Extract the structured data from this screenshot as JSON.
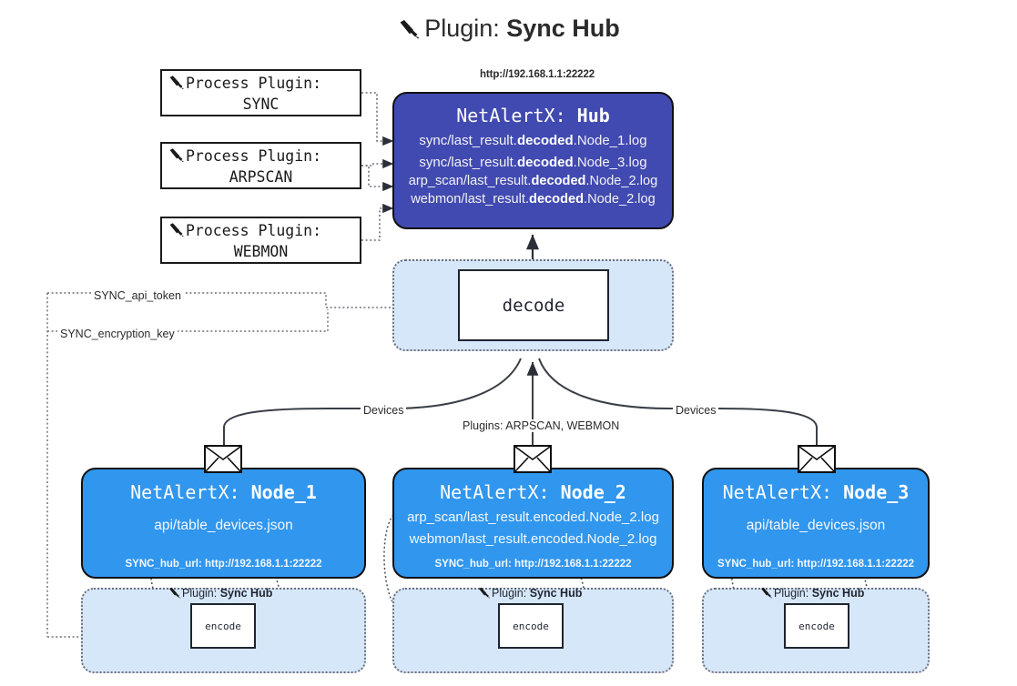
{
  "title": {
    "icon": "plug-icon",
    "prefix": "Plugin: ",
    "name": "Sync Hub"
  },
  "process_plugins": [
    {
      "icon": "plug-icon",
      "heading": "Process Plugin:",
      "name": "SYNC"
    },
    {
      "icon": "plug-icon",
      "heading": "Process Plugin:",
      "name": "ARPSCAN"
    },
    {
      "icon": "plug-icon",
      "heading": "Process Plugin:",
      "name": "WEBMON"
    }
  ],
  "hub": {
    "url": "http://192.168.1.1:22222",
    "title_prefix": "NetAlertX: ",
    "title_name": "Hub",
    "logs": [
      {
        "pre": "sync/last_result.",
        "mid": "decoded",
        "post": ".Node_1.log"
      },
      {
        "pre": "sync/last_result.",
        "mid": "decoded",
        "post": ".Node_3.log"
      },
      {
        "pre": "arp_scan/last_result.",
        "mid": "decoded",
        "post": ".Node_2.log"
      },
      {
        "pre": "webmon/last_result.",
        "mid": "decoded",
        "post": ".Node_2.log"
      }
    ]
  },
  "decode": {
    "label": "decode"
  },
  "edge_labels": {
    "api_token": "SYNC_api_token",
    "encryption_key": "SYNC_encryption_key",
    "devices_left": "Devices",
    "devices_right": "Devices",
    "plugins_mid": "Plugins: ARPSCAN, WEBMON"
  },
  "nodes": [
    {
      "title_prefix": "NetAlertX: ",
      "title_name": "Node_1",
      "lines": [
        "api/table_devices.json"
      ],
      "footer": "SYNC_hub_url: http://192.168.1.1:22222",
      "envelope": "envelope-icon"
    },
    {
      "title_prefix": "NetAlertX: ",
      "title_name": "Node_2",
      "lines": [
        "arp_scan/last_result.encoded.Node_2.log",
        "webmon/last_result.encoded.Node_2.log"
      ],
      "footer": "SYNC_hub_url: http://192.168.1.1:22222",
      "envelope": "envelope-icon"
    },
    {
      "title_prefix": "NetAlertX: ",
      "title_name": "Node_3",
      "lines": [
        "api/table_devices.json"
      ],
      "footer": "SYNC_hub_url: http://192.168.1.1:22222",
      "envelope": "envelope-icon"
    }
  ],
  "plugin_containers": [
    {
      "icon": "plug-icon",
      "caption_prefix": "Plugin: ",
      "caption_name": "Sync Hub",
      "encode_label": "encode"
    },
    {
      "icon": "plug-icon",
      "caption_prefix": "Plugin: ",
      "caption_name": "Sync Hub",
      "encode_label": "encode"
    },
    {
      "icon": "plug-icon",
      "caption_prefix": "Plugin: ",
      "caption_name": "Sync Hub",
      "encode_label": "encode"
    }
  ],
  "colors": {
    "hub_fill": "#414ab0",
    "node_fill": "#3096ee",
    "container_fill": "#d6e7fa",
    "stroke": "#101010",
    "dotted": "#6d7078"
  }
}
